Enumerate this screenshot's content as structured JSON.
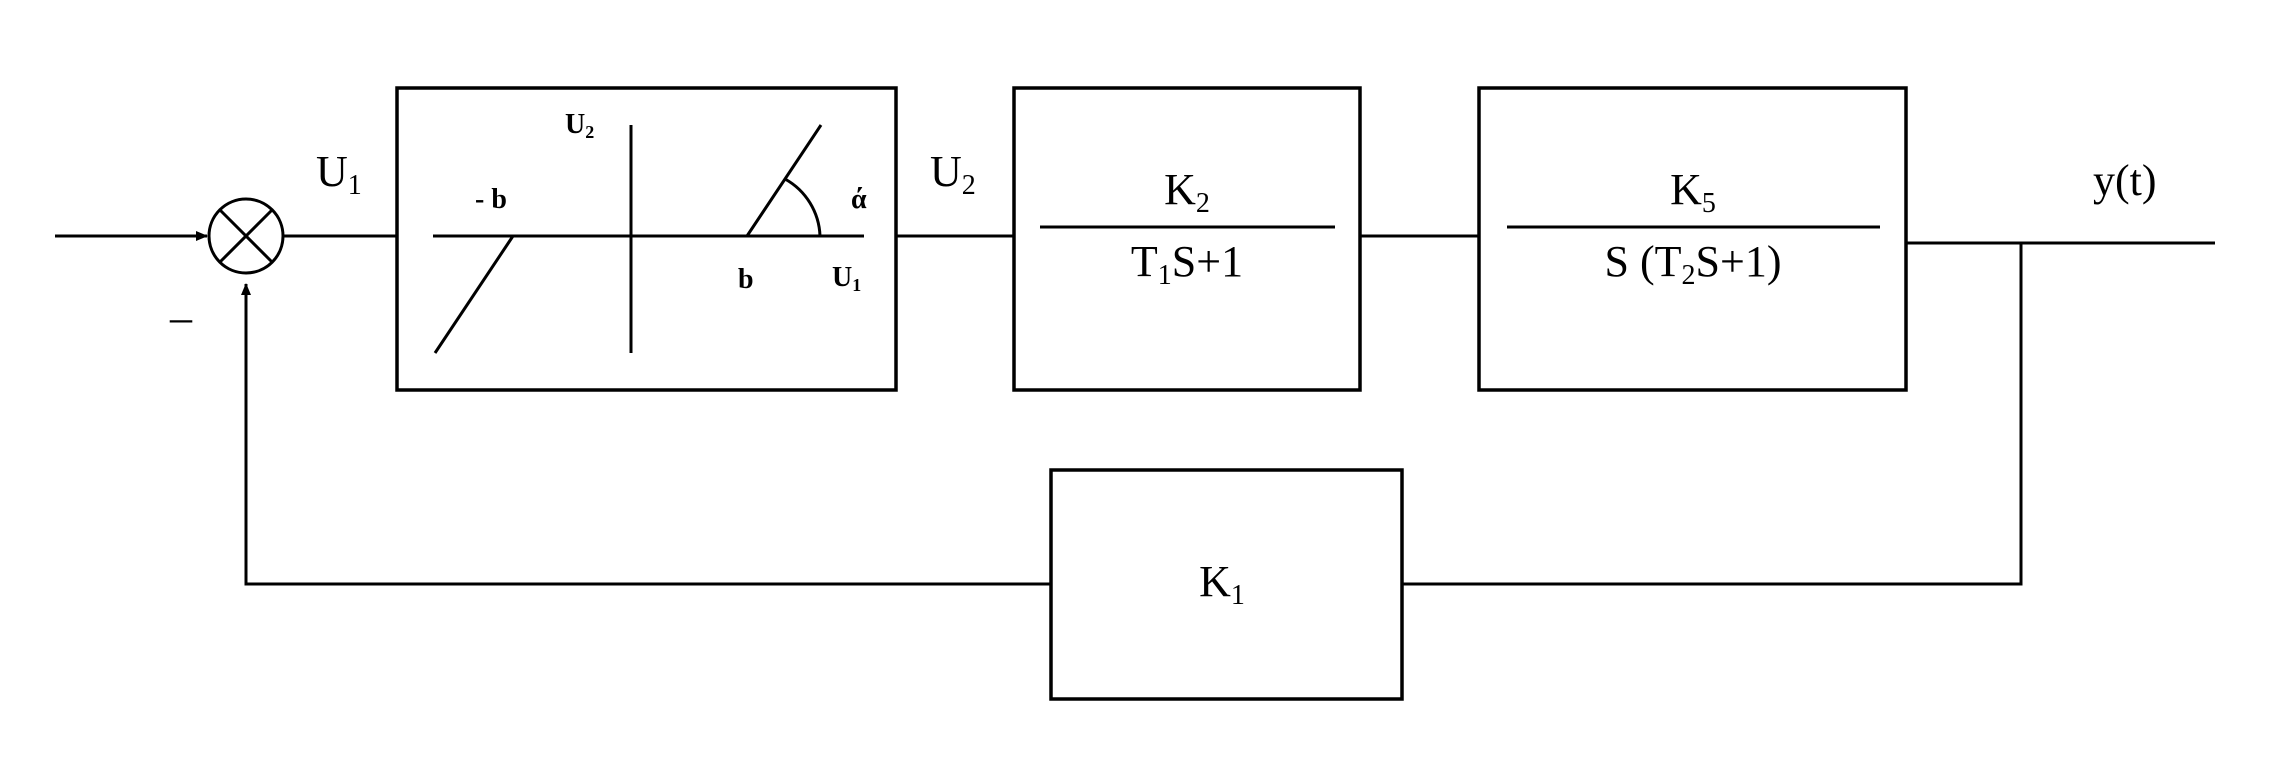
{
  "signals": {
    "u1": {
      "base": "U",
      "sub": "1"
    },
    "u2": {
      "base": "U",
      "sub": "2"
    },
    "output": "y(t)",
    "feedback_sign": "–"
  },
  "nonlinearity": {
    "y_axis": {
      "base": "U",
      "sub": "2"
    },
    "x_axis": {
      "base": "U",
      "sub": "1"
    },
    "neg_threshold": "- b",
    "pos_threshold": "b",
    "angle": "ά"
  },
  "block2": {
    "num": {
      "base": "K",
      "sub": "2"
    },
    "den": {
      "a": "T",
      "sub": "1",
      "b": "S+1"
    }
  },
  "block3": {
    "num": {
      "base": "K",
      "sub": "5"
    },
    "den": {
      "a": "S (T",
      "sub": "2",
      "b": "S+1)"
    }
  },
  "feedback_block": {
    "base": "K",
    "sub": "1"
  }
}
